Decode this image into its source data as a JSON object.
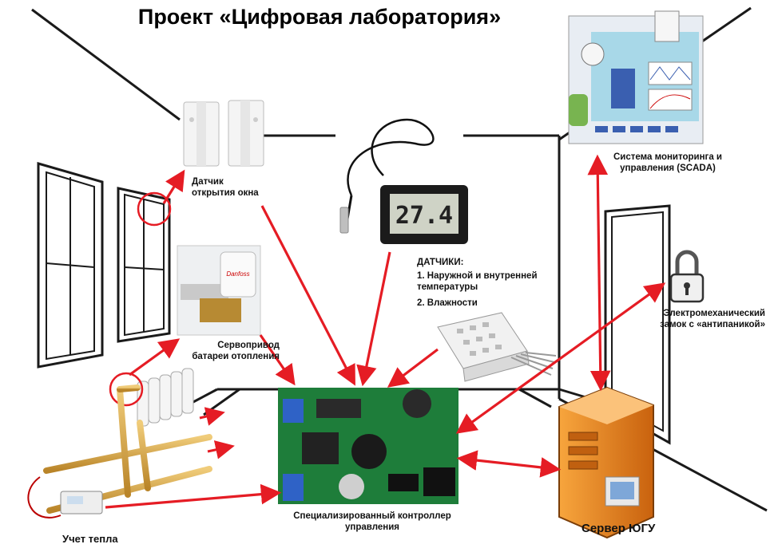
{
  "title": "Проект «Цифровая лаборатория»",
  "colors": {
    "arrow": "#e51c24",
    "outline": "#222222",
    "server": "#f08a1e",
    "board": "#1e7d3a",
    "scada_bg": "#a8d8e8",
    "pipe": "#d8a64a"
  },
  "labels": {
    "window_sensor": "Датчик\nоткрытия окна",
    "sensors_heading": "ДАТЧИКИ:",
    "sensor_1": "1. Наружной и внутренней\nтемпературы",
    "sensor_2": "2. Влажности",
    "servo": "Сервопривод\nбатареи отопления",
    "scada": "Система мониторинга и\nуправления (SCADA)",
    "lock": "Электромеханический\nзамок с «антипаникой»",
    "controller": "Специализированный контроллер\nуправления",
    "server": "Сервер ЮГУ",
    "heat_meter": "Учет тепла"
  },
  "thermometer_reading": "27.4",
  "servo_brand": "Danfoss",
  "icons": [
    "window-sensor-icon",
    "thermometer-icon",
    "humidity-sensor-icon",
    "servo-icon",
    "scada-icon",
    "padlock-icon",
    "controller-board-icon",
    "server-icon",
    "radiator-icon",
    "heat-meter-icon"
  ]
}
